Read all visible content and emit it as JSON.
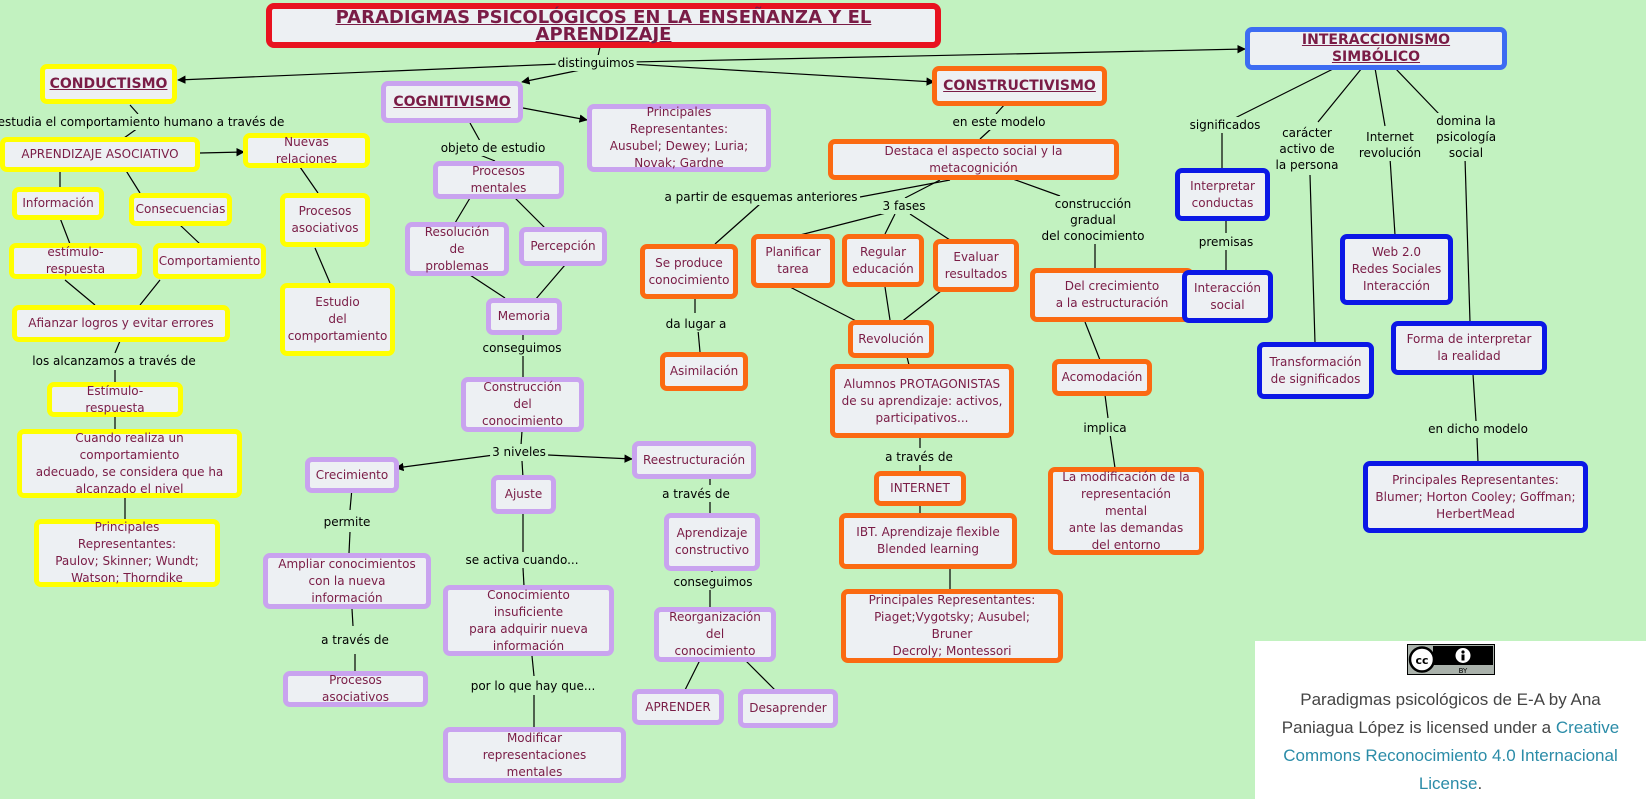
{
  "title": "PARADIGMAS PSICOLÓGICOS EN LA ENSEÑANZA Y EL APRENDIZAJE",
  "paradigms": {
    "conductismo": "CONDUCTISMO",
    "cognitivismo": "COGNITIVISMO",
    "constructivismo": "CONSTRUCTIVISMO",
    "interaccionismo": "INTERACCIONISMO SIMBÓLICO"
  },
  "nodes": {
    "aprendizaje_asociativo": "APRENDIZAJE ASOCIATIVO",
    "nuevas_relaciones": "Nuevas relaciones",
    "informacion": "Información",
    "consecuencias": "Consecuencias",
    "estimulo_respuesta": "estímulo-respuesta",
    "comportamiento": "Comportamiento",
    "procesos_asociativos_c": "Procesos\nasociativos",
    "estudio_comportamiento": "Estudio\ndel\ncomportamiento",
    "afianzar": "Afianzar logros y evitar errores",
    "estimulo_respuesta2": "Estímulo-respuesta",
    "cuando_realiza": "Cuando realiza un comportamiento\nadecuado, se considera que ha\nalcanzado el nivel",
    "rep_conductismo": "Principales Representantes:\nPaulov; Skinner; Wundt;\nWatson; Thorndike",
    "rep_cognitivismo": "Principales Representantes:\nAusubel; Dewey; Luria;\nNovak; Gardne",
    "procesos_mentales": "Procesos mentales",
    "resolucion": "Resolución\nde problemas",
    "percepcion": "Percepción",
    "memoria": "Memoria",
    "construccion": "Construcción\ndel conocimiento",
    "crecimiento": "Crecimiento",
    "ajuste": "Ajuste",
    "reestructuracion": "Reestructuración",
    "ampliar": "Ampliar conocimientos\ncon la nueva información",
    "procesos_asociativos_g": "Procesos asociativos",
    "conocimiento_insuficiente": "Conocimiento insuficiente\npara adquirir nueva\ninformación",
    "modificar": "Modificar representaciones\nmentales",
    "aprendizaje_constructivo": "Aprendizaje\nconstructivo",
    "reorganizacion": "Reorganización\ndel conocimiento",
    "aprender": "APRENDER",
    "desaprender": "Desaprender",
    "destaca": "Destaca el aspecto social y la metacognición",
    "se_produce": "Se produce\nconocimiento",
    "asimilacion": "Asimilación",
    "planificar": "Planificar\ntarea",
    "regular": "Regular\neducación",
    "evaluar": "Evaluar\nresultados",
    "revolucion": "Revolución",
    "alumnos": "Alumnos PROTAGONISTAS\nde su aprendizaje: activos,\nparticipativos...",
    "internet": "INTERNET",
    "ibt": "IBT. Aprendizaje flexible\nBlended learning",
    "rep_constructivismo": "Principales Representantes:\nPiaget;Vygotsky; Ausubel; Bruner\nDecroly; Montessori",
    "del_crecimiento": "Del crecimiento\na la estructuración",
    "acomodacion": "Acomodación",
    "la_modificacion": "La modificación de la\nrepresentación mental\nante las demandas\ndel entorno",
    "interpretar": "Interpretar\nconductas",
    "interaccion_social": "Interacción\nsocial",
    "transformacion": "Transformación\nde significados",
    "web20": "Web 2.0\nRedes Sociales\nInteracción",
    "forma": "Forma de interpretar\nla realidad",
    "rep_interaccionismo": "Principales Representantes:\nBlumer; Horton Cooley; Goffman;\nHerbertMead"
  },
  "labels": {
    "distinguimos": "distinguimos",
    "estudia": "estudia el comportamiento humano a través de",
    "los_alcanzamos": "los alcanzamos a través de",
    "objeto": "objeto de estudio",
    "conseguimos1": "conseguimos",
    "tres_niveles": "3 niveles",
    "permite": "permite",
    "a_traves_de1": "a través de",
    "se_activa": "se activa cuando...",
    "por_lo_que": "por lo que hay que...",
    "a_traves_de2": "a través de",
    "conseguimos2": "conseguimos",
    "en_este_modelo": "en este modelo",
    "a_partir": "a partir de esquemas anteriores",
    "tres_fases": "3 fases",
    "construccion_gradual": "construcción\ngradual\ndel conocimiento",
    "da_lugar": "da lugar a",
    "a_traves_de3": "a través de",
    "implica": "implica",
    "significados": "significados",
    "caracter": "carácter\nactivo de\nla persona",
    "internet_revolucion": "Internet\nrevolución",
    "domina": "domina la\npsicología\nsocial",
    "premisas": "premisas",
    "en_dicho_modelo": "en dicho modelo"
  },
  "license": {
    "badge": "BY",
    "text": "Paradigmas psicológicos de E-A by Ana Paniagua López is licensed under a",
    "link": "Creative Commons Reconocimiento 4.0 Internacional License",
    "period": "."
  }
}
